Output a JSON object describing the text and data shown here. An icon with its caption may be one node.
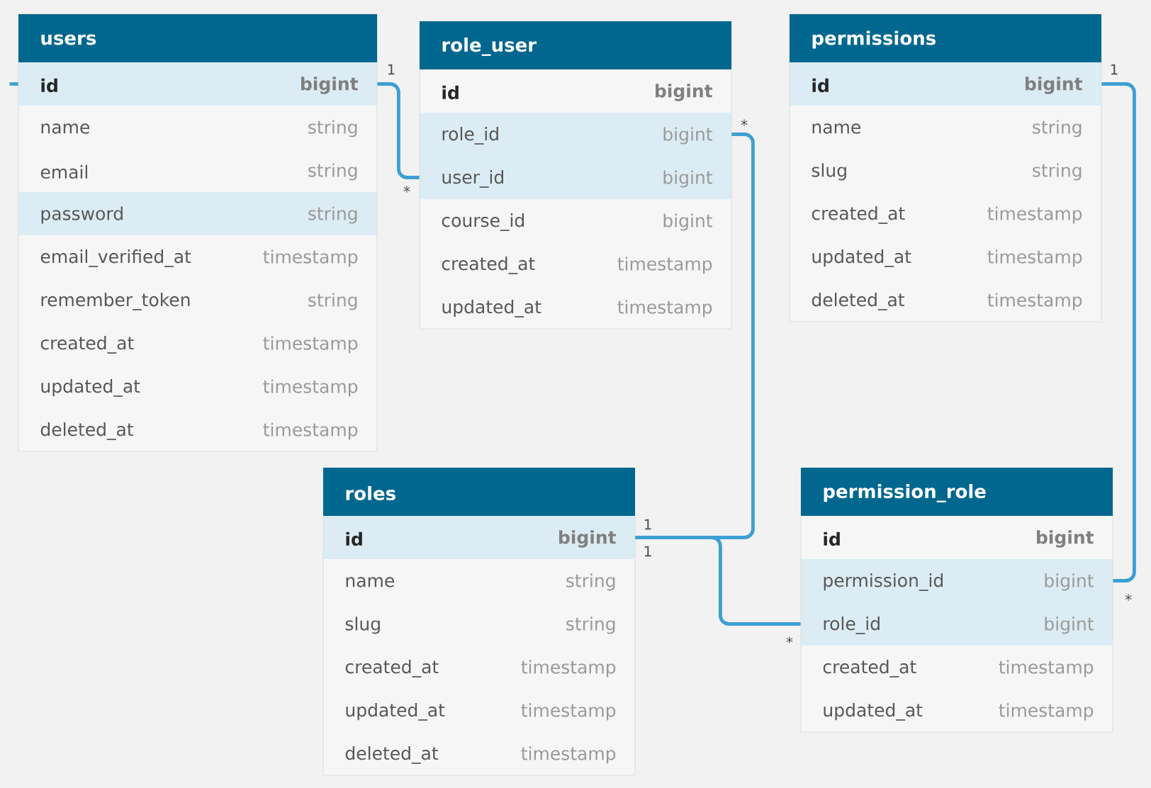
{
  "diagram": {
    "nodes": [
      {
        "text": [
          "users"
        ]
      },
      {
        "text": [
          "id",
          "bigint"
        ],
        "in": 0
      },
      {
        "text": [
          "name",
          "string"
        ],
        "in": 0
      },
      {
        "text": [
          "email",
          "string"
        ],
        "in": 0
      },
      {
        "text": [
          "password",
          "string"
        ],
        "in": 0
      },
      {
        "text": [
          "email_verified_at",
          "timestamp"
        ],
        "in": 0
      },
      {
        "text": [
          "remember_token",
          "string"
        ],
        "in": 0
      },
      {
        "text": [
          "created_at",
          "timestamp"
        ],
        "in": 0
      },
      {
        "text": [
          "updated_at",
          "timestamp"
        ],
        "in": 0
      },
      {
        "text": [
          "deleted_at",
          "timestamp"
        ],
        "in": 0
      },
      {
        "text": [
          "role_user"
        ]
      },
      {
        "text": [
          "id",
          "bigint"
        ],
        "in": 10
      },
      {
        "text": [
          "role_id",
          "bigint"
        ],
        "in": 10
      },
      {
        "text": [
          "user_id",
          "bigint"
        ],
        "in": 10
      },
      {
        "text": [
          "course_id",
          "bigint"
        ],
        "in": 10
      },
      {
        "text": [
          "created_at",
          "timestamp"
        ],
        "in": 10
      },
      {
        "text": [
          "updated_at",
          "timestamp"
        ],
        "in": 10
      },
      {
        "text": [
          "permissions"
        ]
      },
      {
        "text": [
          "id",
          "bigint"
        ],
        "in": 17
      },
      {
        "text": [
          "name",
          "string"
        ],
        "in": 17
      },
      {
        "text": [
          "slug",
          "string"
        ],
        "in": 17
      },
      {
        "text": [
          "created_at",
          "timestamp"
        ],
        "in": 17
      },
      {
        "text": [
          "updated_at",
          "timestamp"
        ],
        "in": 17
      },
      {
        "text": [
          "deleted_at",
          "timestamp"
        ],
        "in": 17
      },
      {
        "text": [
          "roles"
        ]
      },
      {
        "text": [
          "id",
          "bigint"
        ],
        "in": 24
      },
      {
        "text": [
          "name",
          "string"
        ],
        "in": 24
      },
      {
        "text": [
          "slug",
          "string"
        ],
        "in": 24
      },
      {
        "text": [
          "created_at",
          "timestamp"
        ],
        "in": 24
      },
      {
        "text": [
          "updated_at",
          "timestamp"
        ],
        "in": 24
      },
      {
        "text": [
          "deleted_at",
          "timestamp"
        ],
        "in": 24
      },
      {
        "text": [
          "permission_role"
        ]
      },
      {
        "text": [
          "id",
          "bigint"
        ],
        "in": 31
      },
      {
        "text": [
          "permission_id",
          "bigint"
        ],
        "in": 31
      },
      {
        "text": [
          "role_id",
          "bigint"
        ],
        "in": 31
      },
      {
        "text": [
          "created_at",
          "timestamp"
        ],
        "in": 31
      },
      {
        "text": [
          "updated_at",
          "timestamp"
        ],
        "in": 31
      }
    ],
    "edges": [
      {
        "from": null,
        "to": 1,
        "arrow": "none"
      },
      {
        "from": 1,
        "to": 13,
        "arrow": "none"
      },
      {
        "from": 25,
        "to": 12,
        "arrow": "none"
      },
      {
        "from": 18,
        "to": 33,
        "arrow": "none"
      },
      {
        "from": 25,
        "to": 34,
        "arrow": "none"
      }
    ],
    "labels": [
      "1",
      "1",
      "*",
      "*",
      "1",
      "1",
      "*",
      "*"
    ]
  }
}
